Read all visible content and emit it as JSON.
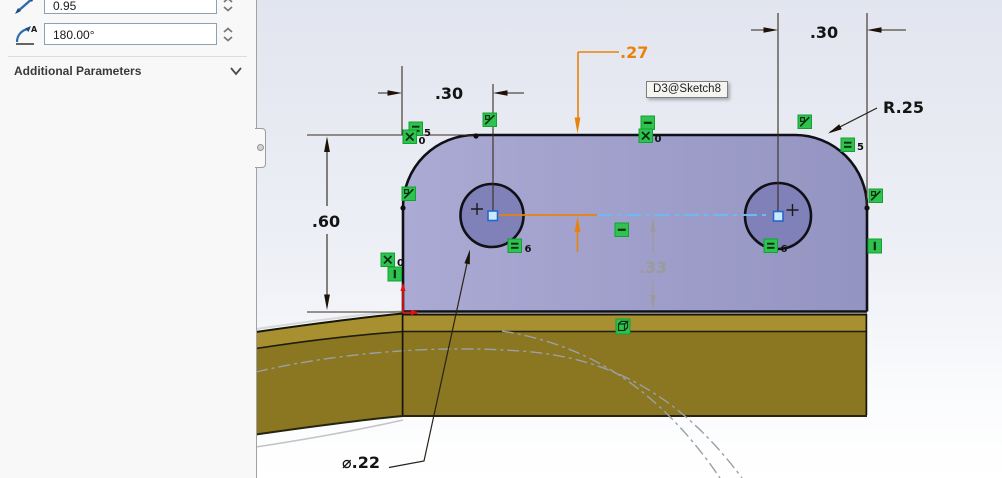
{
  "panel": {
    "numeric_field": {
      "value": "0.95"
    },
    "angle_field": {
      "value": "180.00°"
    },
    "additional_parameters_label": "Additional Parameters"
  },
  "viewport": {
    "tooltip": "D3@Sketch8",
    "dimensions": {
      "left_hole_offset": ".30",
      "right_hole_offset": ".30",
      "tab_height": ".60",
      "centerline_top_offset": ".27",
      "centerline_bottom_offset": ".33",
      "corner_fillet": "R.25",
      "hole_diameter": "⌀.22"
    },
    "constraint_tags": {
      "equal_top_left": "5",
      "coincident_top_left": "0",
      "coincident_top_center": "0",
      "equal_fillet_right": "5",
      "coincident_left_edge": "0",
      "equal_left_hole": "6",
      "equal_right_hole": "6"
    }
  },
  "colors": {
    "selected_dimension_orange": "#e8820a",
    "constraint_green": "#2fc24f",
    "part_fill_lavender": "#a0a0cb",
    "body_fill_gold": "#8b7621",
    "driven_dimension_gray": "#9b9b9b",
    "origin_red": "#e21212",
    "centerline_blue": "#6fb9f2"
  }
}
